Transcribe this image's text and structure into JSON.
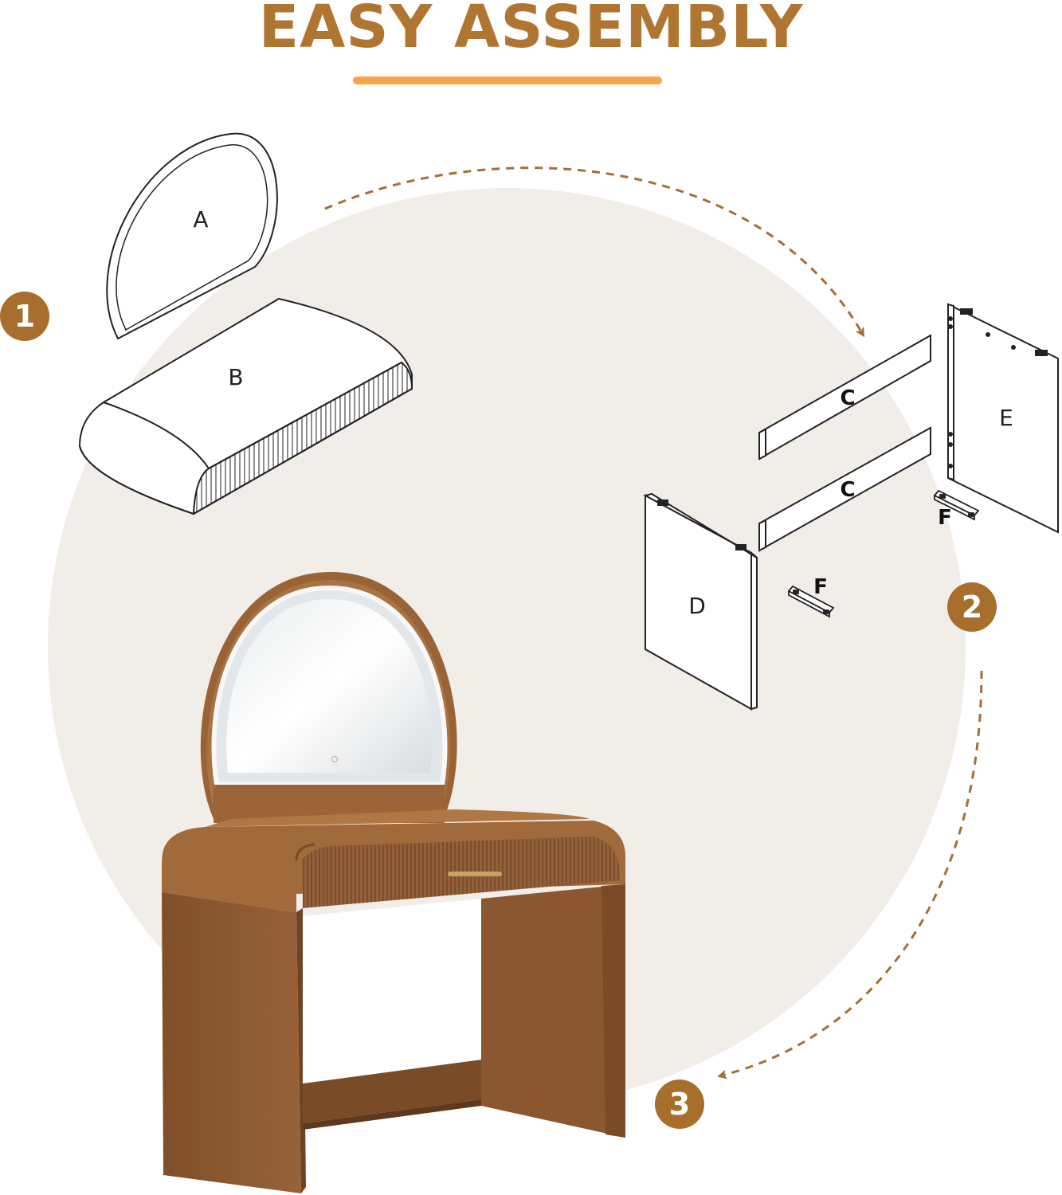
{
  "header": {
    "title": "EASY ASSEMBLY"
  },
  "colors": {
    "brand_brown": "#B07631",
    "underline_orange": "#F5A54A",
    "background_circle": "#F1EDE8",
    "step_badge": "#A86E2B",
    "arrow": "#A36F36",
    "wood": "#8E5A2F",
    "wood_light": "#A26B3A",
    "wood_dark": "#6E4422",
    "line_art": "#222222"
  },
  "steps": [
    {
      "number": "1"
    },
    {
      "number": "2"
    },
    {
      "number": "3"
    }
  ],
  "parts": {
    "a": "A",
    "b": "B",
    "c_upper": "C",
    "c_lower": "C",
    "d": "D",
    "e": "E",
    "f_right": "F",
    "f_left": "F"
  },
  "icons": {
    "arrow_1_to_2": "dashed-curved-arrow-icon",
    "arrow_2_to_3": "dashed-curved-arrow-icon",
    "mirror_power": "power-icon"
  }
}
